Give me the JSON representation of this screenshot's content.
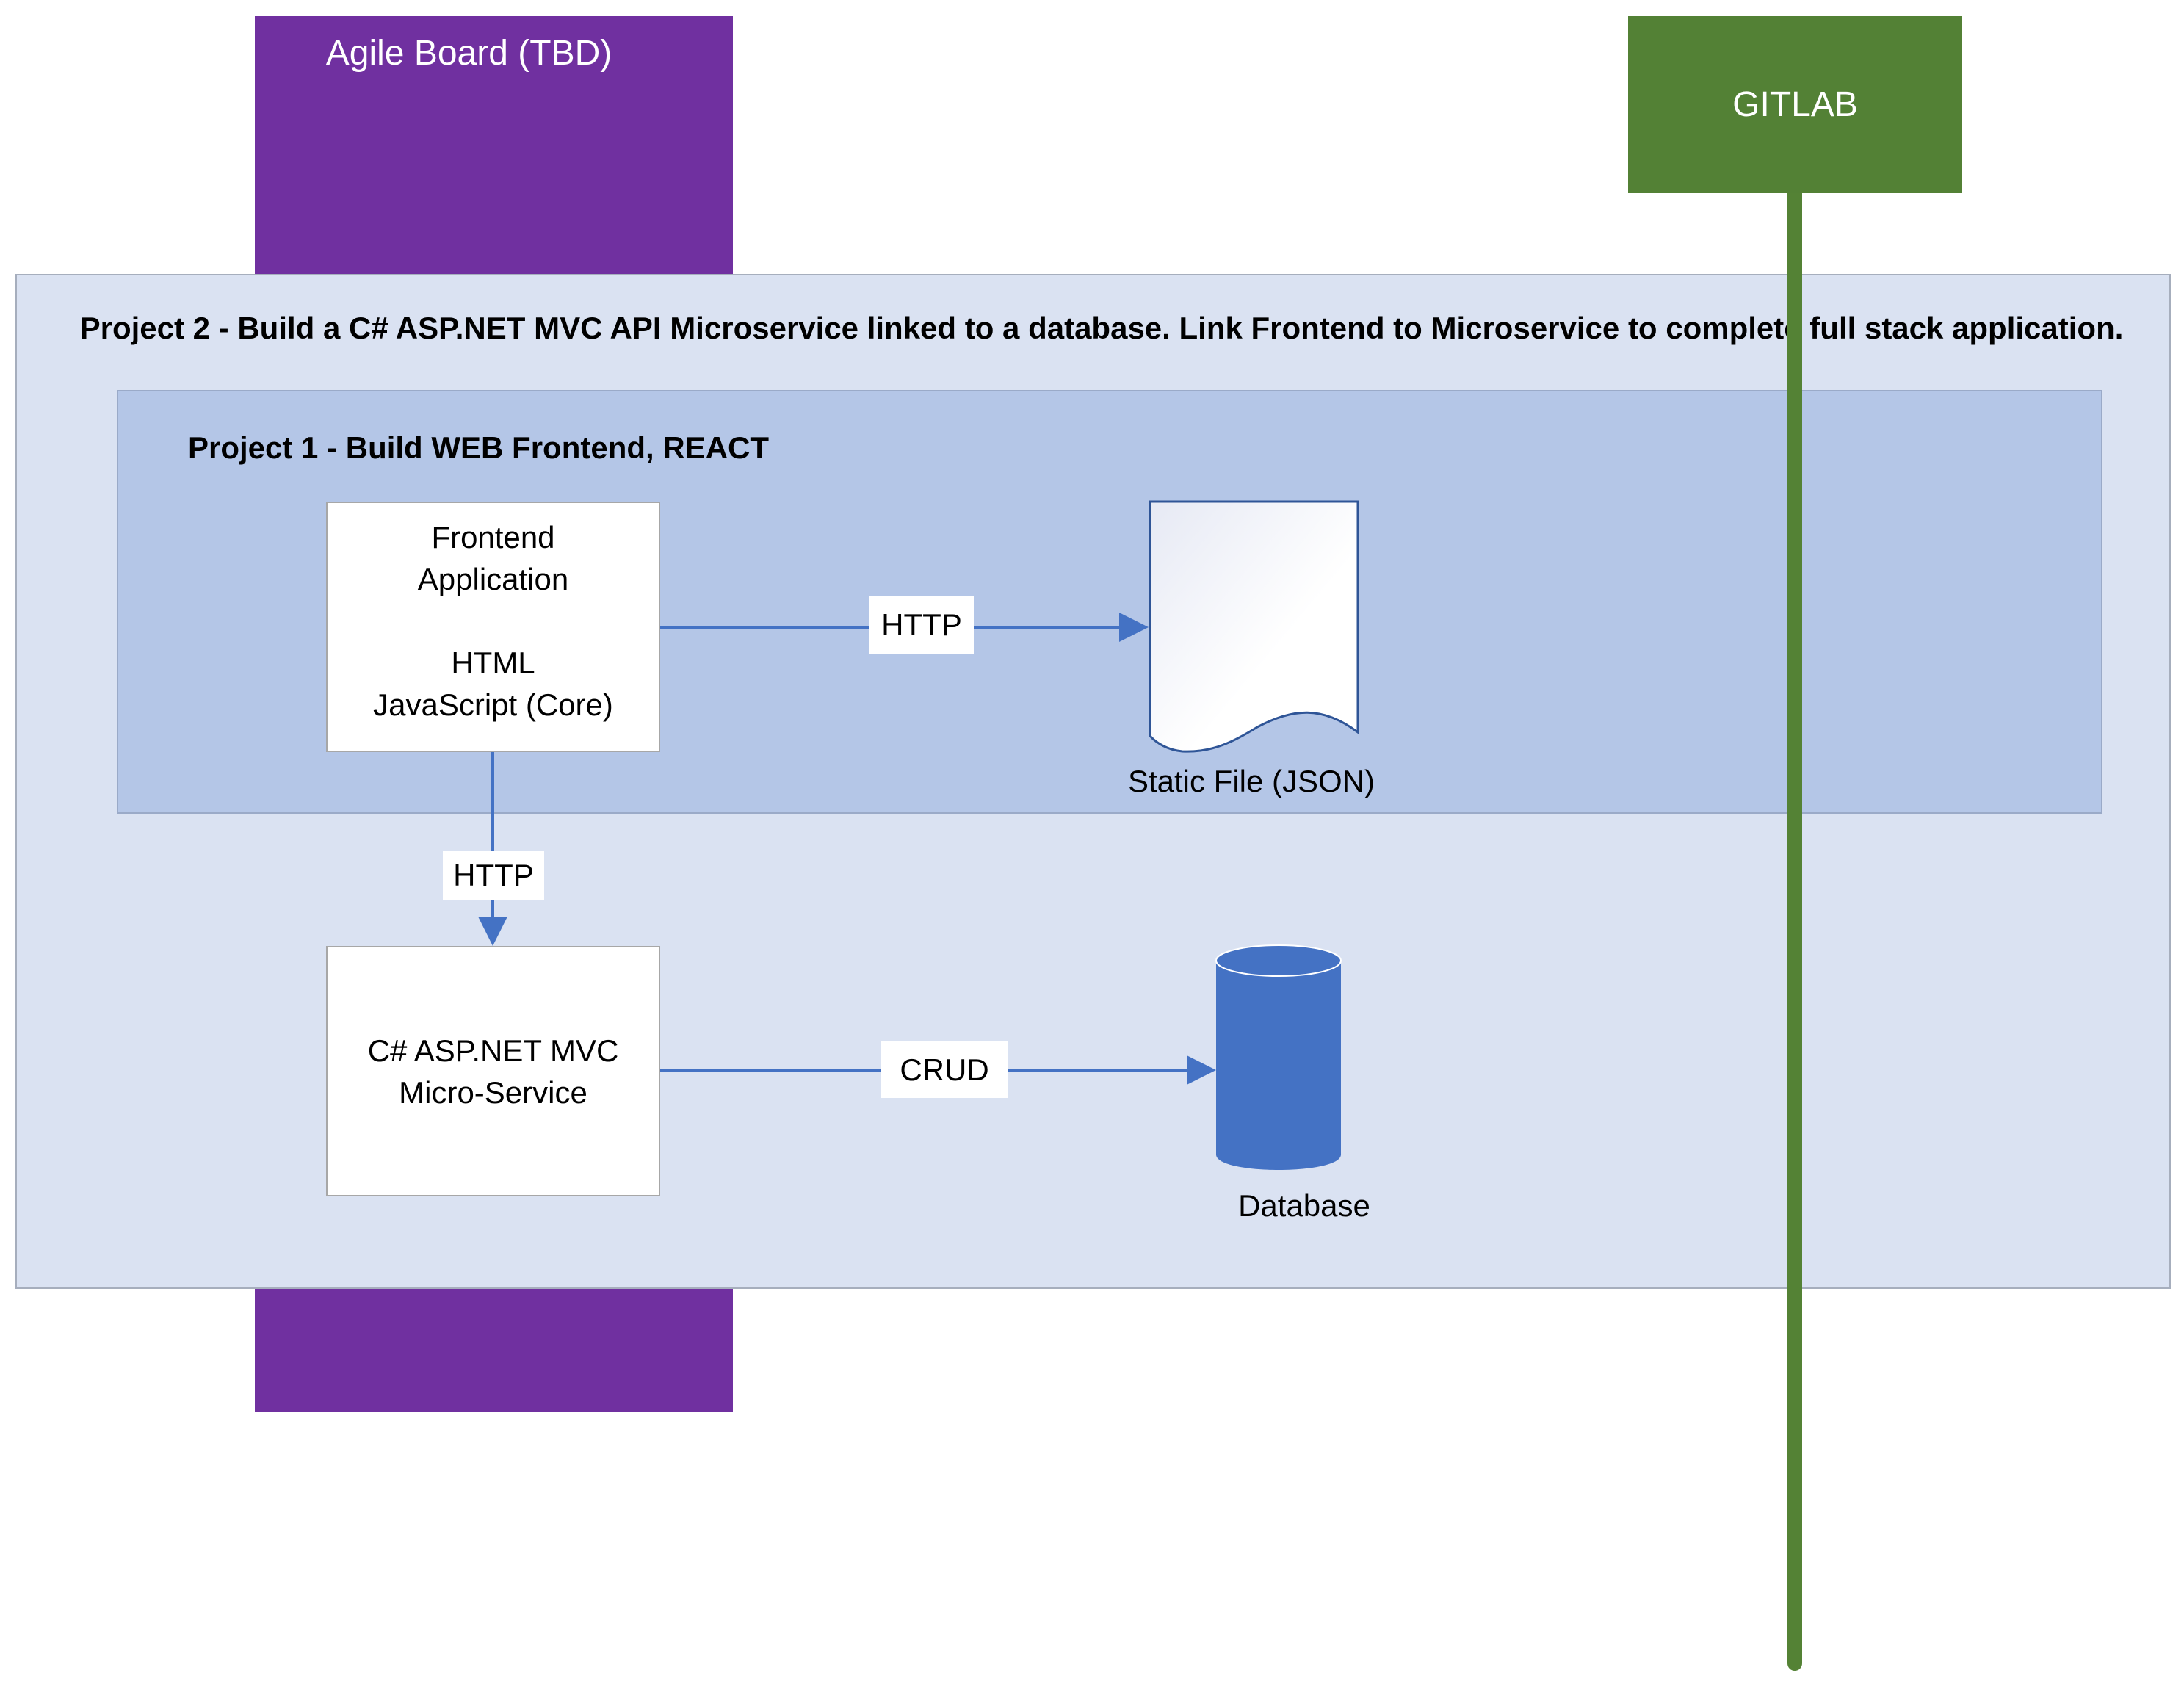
{
  "agile_board": {
    "title": "Agile Board (TBD)"
  },
  "gitlab": {
    "label": "GITLAB"
  },
  "project2": {
    "title": "Project 2 - Build a C# ASP.NET MVC API Microservice linked to a database. Link Frontend to Microservice to complete full stack application."
  },
  "project1": {
    "title": "Project 1 - Build WEB Frontend, REACT"
  },
  "frontend": {
    "line1": "Frontend",
    "line2": "Application",
    "line3": "HTML",
    "line4": "JavaScript (Core)"
  },
  "service": {
    "line1": "C# ASP.NET MVC",
    "line2": "Micro-Service"
  },
  "connectors": {
    "frontend_to_file": "HTTP",
    "frontend_to_service": "HTTP",
    "service_to_database": "CRUD"
  },
  "static_file": {
    "label": "Static File (JSON)"
  },
  "database": {
    "label": "Database"
  },
  "colors": {
    "agile": "#7030a0",
    "gitlab": "#538135",
    "project2_fill": "#dae2f2",
    "project1_fill": "#b4c6e7",
    "connector": "#4472c4",
    "database": "#4472c4"
  }
}
